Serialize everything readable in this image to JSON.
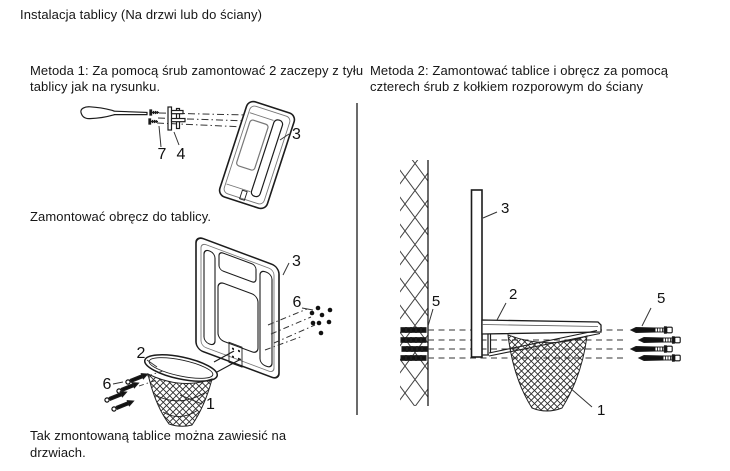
{
  "page": {
    "title": "Instalacja tablicy (Na drzwi lub do ściany)"
  },
  "method1": {
    "instruction": "Metoda 1: Za pomocą śrub zamontować 2 zaczepy z tyłu tablicy jak na rysunku.",
    "step2": "Zamontować obręcz do tablicy.",
    "conclusion": "Tak zmontowaną tablice można zawiesić na drzwiach.",
    "fig_hooks": {
      "label_screws": "7",
      "label_hook": "4",
      "label_backboard": "3"
    },
    "fig_rim": {
      "label_backboard": "3",
      "label_bolts_right": "6",
      "label_rim": "2",
      "label_bolts_left": "6",
      "label_net": "1"
    }
  },
  "method2": {
    "instruction": "Metoda 2: Zamontować tablice i obręcz za pomocą czterech śrub z kołkiem rozporowym do ściany",
    "fig_wall": {
      "label_anchors_wall": "5",
      "label_backboard": "3",
      "label_rim": "2",
      "label_anchors_loose": "5",
      "label_net": "1"
    }
  },
  "colors": {
    "ink": "#1c1c1c",
    "divider": "#6b6b6b",
    "background": "#ffffff"
  }
}
